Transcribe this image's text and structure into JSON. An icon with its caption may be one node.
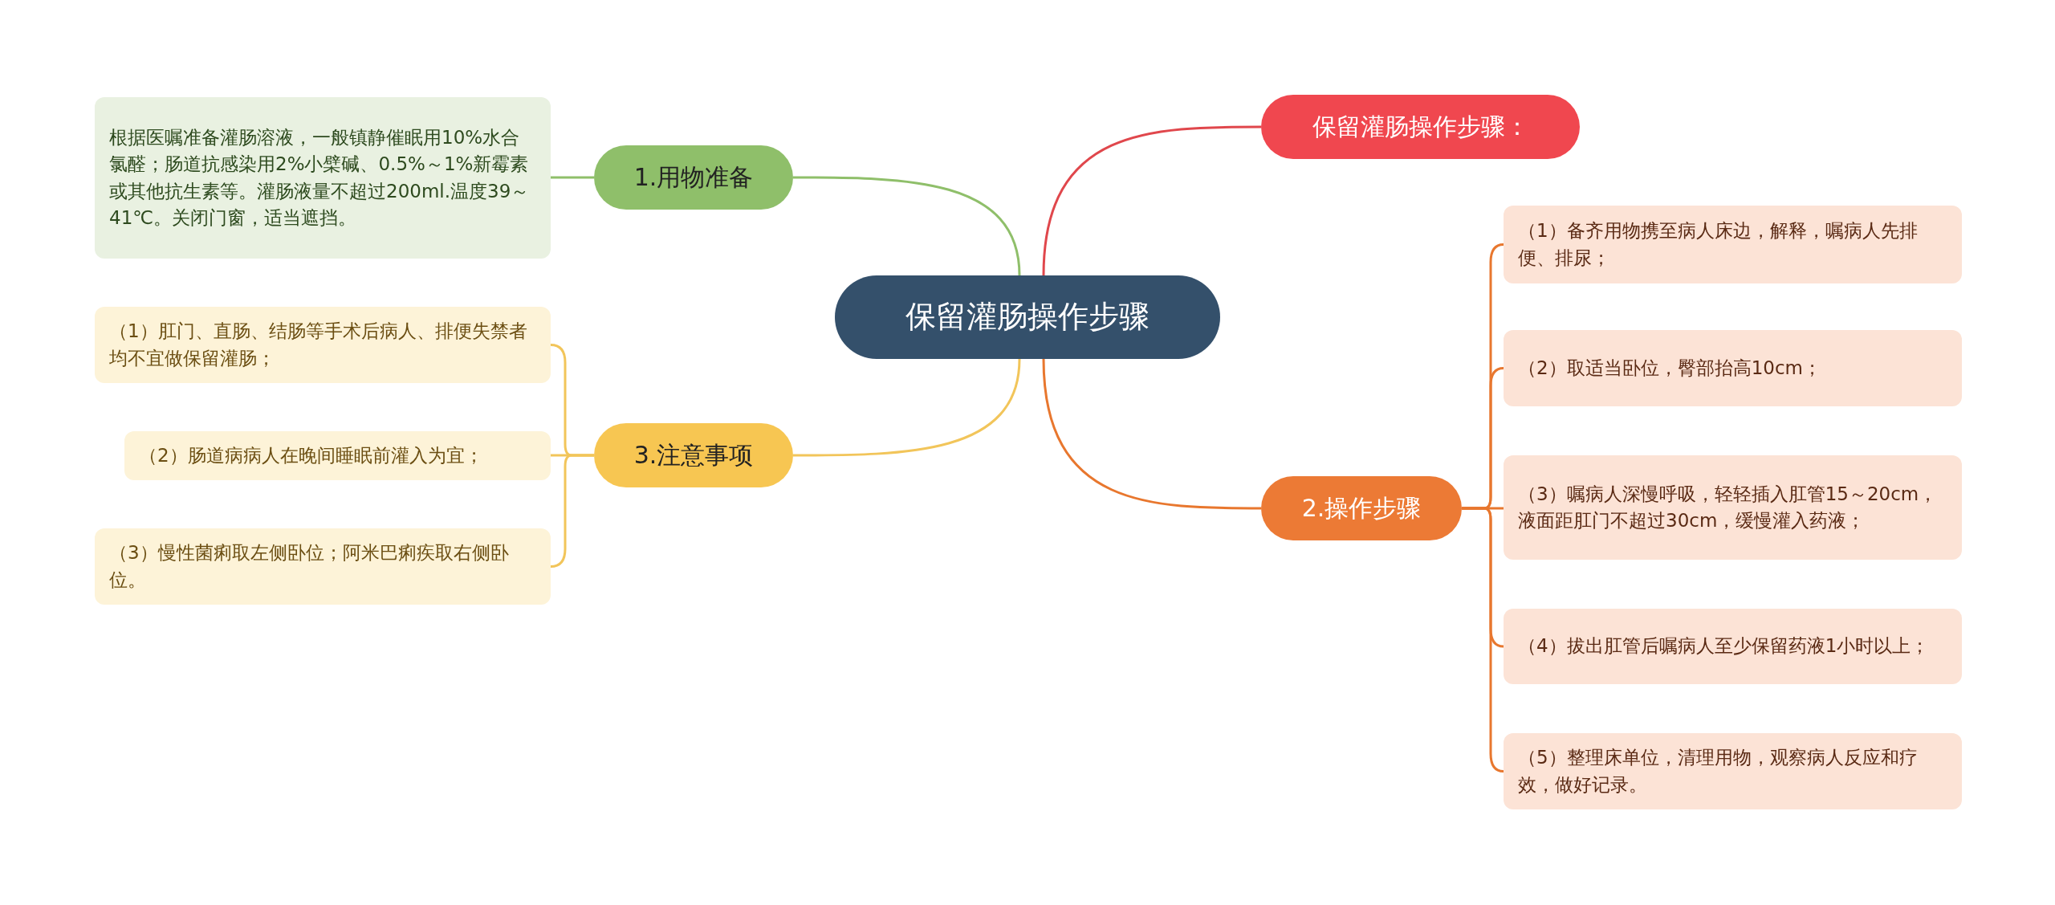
{
  "diagram": {
    "nodes": [
      {
        "text": [
          "保留灌肠操作步骤"
        ]
      },
      {
        "text": [
          "保留灌肠操作步骤："
        ]
      },
      {
        "text": [
          "1.用物准备"
        ]
      },
      {
        "text": [
          "根据医嘱准备灌肠溶液，一般镇静催眠用10%水合氯醛；肠道抗感染用2%小檗碱、0.5%～1%新霉素或其他抗生素等。灌肠液量不超过200ml.温度39～41℃。关闭门窗，适当遮挡。"
        ]
      },
      {
        "text": [
          "2.操作步骤"
        ]
      },
      {
        "text": [
          "（1）备齐用物携至病人床边，解释，嘱病人先排便、排尿；"
        ]
      },
      {
        "text": [
          "（2）取适当卧位，臀部抬高10cm；"
        ]
      },
      {
        "text": [
          "（3）嘱病人深慢呼吸，轻轻插入肛管15～20cm，液面距肛门不超过30cm，缓慢灌入药液；"
        ]
      },
      {
        "text": [
          "（4）拔出肛管后嘱病人至少保留药液1小时以上；"
        ]
      },
      {
        "text": [
          "（5）整理床单位，清理用物，观察病人反应和疗效，做好记录。"
        ]
      },
      {
        "text": [
          "3.注意事项"
        ]
      },
      {
        "text": [
          "（1）肛门、直肠、结肠等手术后病人、排便失禁者均不宜做保留灌肠；"
        ]
      },
      {
        "text": [
          "（2）肠道病病人在晚间睡眠前灌入为宜；"
        ]
      },
      {
        "text": [
          "（3）慢性菌痢取左侧卧位；阿米巴痢疾取右侧卧位。"
        ]
      }
    ],
    "edges": [
      {
        "from": 0,
        "to": 1,
        "arrow": "none",
        "color": "#e0474c"
      },
      {
        "from": 0,
        "to": 2,
        "arrow": "none",
        "color": "#8fbf6a"
      },
      {
        "from": 2,
        "to": 3,
        "arrow": "none",
        "color": "#8fbf6a"
      },
      {
        "from": 0,
        "to": 4,
        "arrow": "none"
      },
      {
        "from": 4,
        "to": 5,
        "arrow": "none"
      },
      {
        "from": 4,
        "to": 6,
        "arrow": "none"
      },
      {
        "from": 4,
        "to": 7,
        "arrow": "none"
      },
      {
        "from": 4,
        "to": 8,
        "arrow": "none"
      },
      {
        "from": 4,
        "to": 9,
        "arrow": "none"
      },
      {
        "from": 0,
        "to": 10,
        "arrow": "none",
        "color": "#f2c55a"
      },
      {
        "from": 10,
        "to": 11,
        "arrow": "none",
        "color": "#f2c55a"
      },
      {
        "from": 10,
        "to": 12,
        "arrow": "none",
        "color": "#f2c55a"
      },
      {
        "from": 10,
        "to": 13,
        "arrow": "none",
        "color": "#f2c55a"
      }
    ]
  }
}
